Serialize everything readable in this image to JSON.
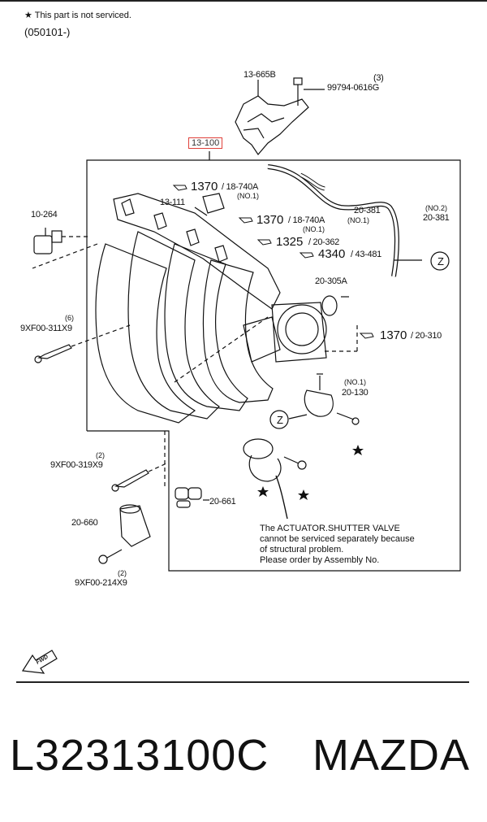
{
  "header": {
    "note": "★ This part is not serviced.",
    "code": "(050101-)"
  },
  "parts": {
    "p13665b": "13-665B",
    "p99794": "99794-0616G",
    "p99794_qty": "(3)",
    "p13100": "13-100",
    "p10264": "10-264",
    "p13111": "13-111",
    "p1370a": "1370",
    "p18740a": "/ 18-740A",
    "p18740a_no": "(NO.1)",
    "p1370b": "1370",
    "p18740a2": "/ 18-740A",
    "p18740a2_no": "(NO.1)",
    "p1325": "1325",
    "p20362": "/ 20-362",
    "p4340": "4340",
    "p43481": "/ 43-481",
    "p20381a": "20-381",
    "p20381a_no": "(NO.1)",
    "p20381b": "20-381",
    "p20381b_no": "(NO.2)",
    "p9xf311": "9XF00-311X9",
    "p9xf311_qty": "(6)",
    "p20305a": "20-305A",
    "p1370c": "1370",
    "p20310": "/ 20-310",
    "p20130": "20-130",
    "p20130_no": "(NO.1)",
    "p9xf319": "9XF00-319X9",
    "p9xf319_qty": "(2)",
    "p20660": "20-660",
    "p20661": "20-661",
    "p9xf214": "9XF00-214X9",
    "p9xf214_qty": "(2)",
    "z1": "Z",
    "z2": "Z"
  },
  "callout": {
    "line1": "The ACTUATOR.SHUTTER VALVE",
    "line2": "cannot be serviced separately because",
    "line3": "of structural problem.",
    "line4": "Please order by Assembly No."
  },
  "fwd": "FWD",
  "footer": {
    "part_number": "L32313100C",
    "brand": "MAZDA"
  }
}
